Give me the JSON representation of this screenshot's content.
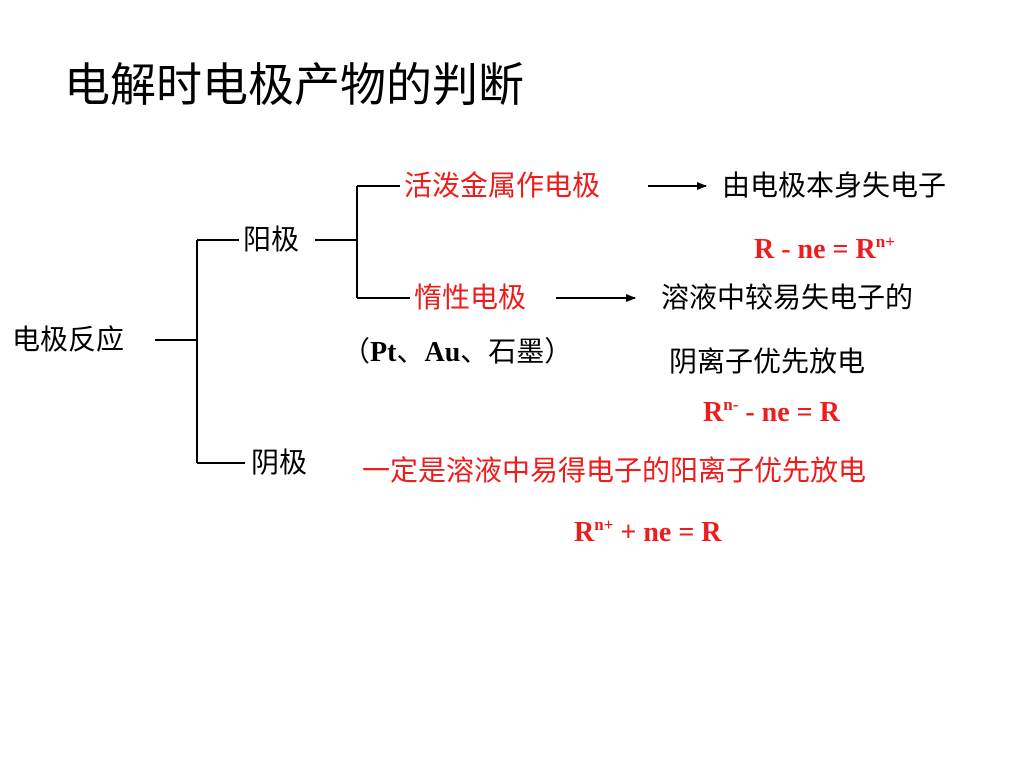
{
  "title": "电解时电极产物的判断",
  "root": {
    "label": "电极反应"
  },
  "anode": {
    "label": "阳极",
    "active": {
      "label": "活泼金属作电极",
      "result": "由电极本身失电子",
      "equation": {
        "left": "R - ne  = R",
        "sup": "n+"
      }
    },
    "inert": {
      "label": "惰性电极",
      "examples": {
        "open": "（",
        "pt": "Pt",
        "sep1": "、",
        "au": "Au",
        "sep2": "、石墨",
        "close": "）"
      },
      "result_line1": "溶液中较易失电子的",
      "result_line2": "阴离子优先放电",
      "equation": {
        "r": "R",
        "sup": "n-",
        "rest": " - ne  = R"
      }
    }
  },
  "cathode": {
    "label": "阴极",
    "result": "一定是溶液中易得电子的阳离子优先放电",
    "equation": {
      "r": "R",
      "sup": "n+",
      "rest": " + ne  = R"
    }
  },
  "colors": {
    "highlight": "#ee1c1c",
    "text": "#000000"
  }
}
